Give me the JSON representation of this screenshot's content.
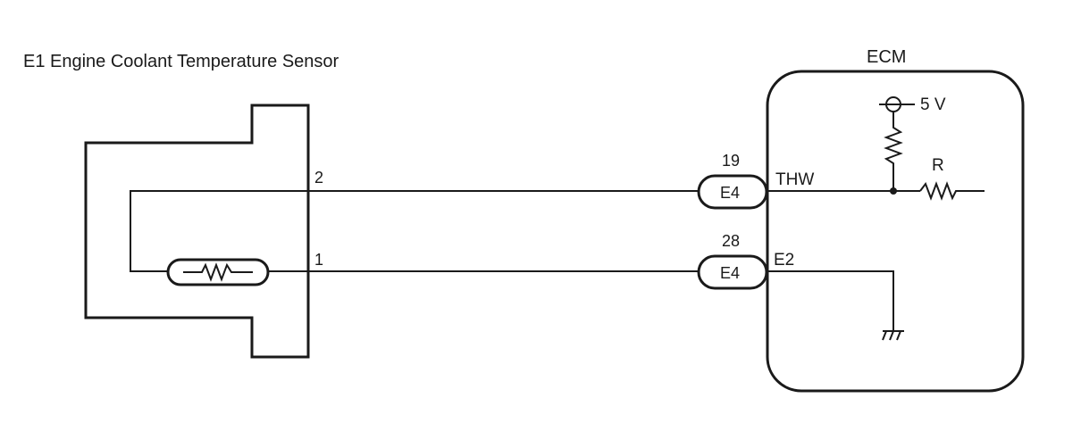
{
  "sensor": {
    "title": "E1  Engine Coolant Temperature Sensor",
    "pin_top": "2",
    "pin_bottom": "1"
  },
  "ecm": {
    "title": "ECM",
    "supply_label": "5 V",
    "resistor_label": "R",
    "signal_top": "THW",
    "signal_bottom": "E2"
  },
  "connectors": [
    {
      "pin": "19",
      "name": "E4"
    },
    {
      "pin": "28",
      "name": "E4"
    }
  ]
}
